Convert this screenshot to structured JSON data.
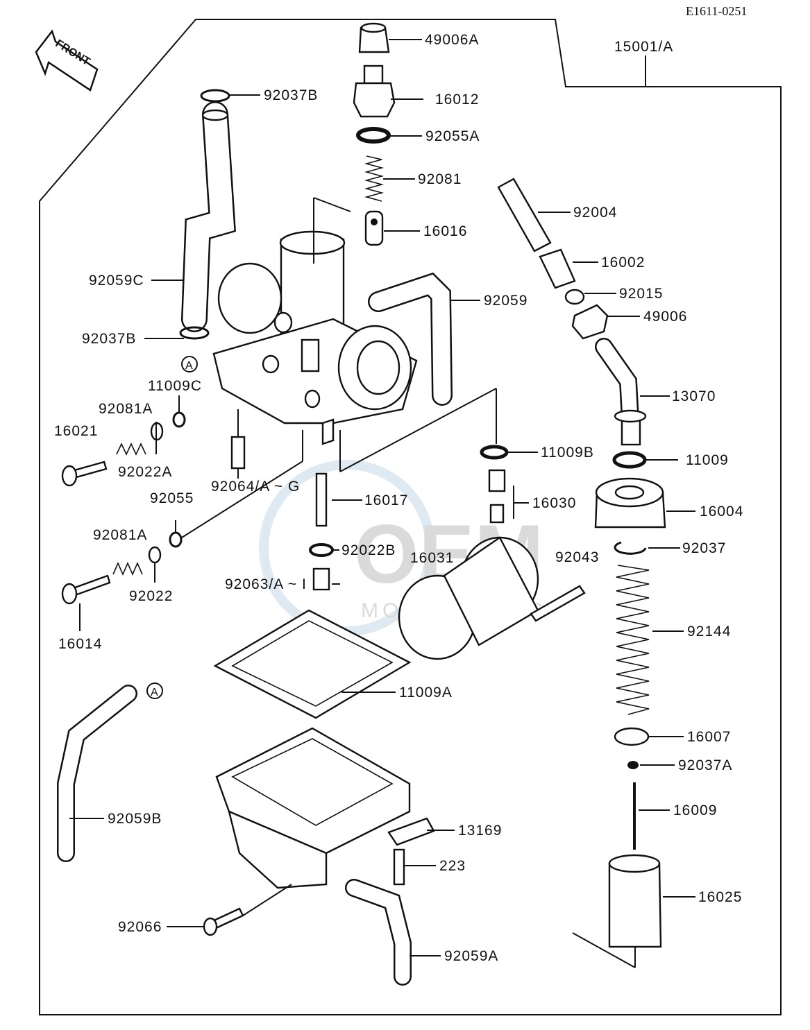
{
  "diagram_code": "E1611-0251",
  "front_arrow_label": "FRONT",
  "circle_ref": "A",
  "watermark": {
    "logo": "OEM",
    "tagline": "MOTORPARTS"
  },
  "parts": {
    "p49006A": "49006A",
    "p15001A": "15001/A",
    "p92037B_top": "92037B",
    "p16012": "16012",
    "p92055A": "92055A",
    "p92081": "92081",
    "p92004": "92004",
    "p16016": "16016",
    "p16002": "16002",
    "p92059C": "92059C",
    "p92015": "92015",
    "p92059": "92059",
    "p49006": "49006",
    "p92037B_bottom": "92037B",
    "p11009C": "11009C",
    "p13070": "13070",
    "p92081A_upper": "92081A",
    "p16021": "16021",
    "p11009B": "11009B",
    "p11009": "11009",
    "p92022A": "92022A",
    "p92064": "92064/A ~ G",
    "p92055": "92055",
    "p16017": "16017",
    "p16030": "16030",
    "p16004": "16004",
    "p92081A_lower": "92081A",
    "p92022B": "92022B",
    "p16031": "16031",
    "p92043": "92043",
    "p92037": "92037",
    "p92063": "92063/A ~ I",
    "p92022": "92022",
    "p16014": "16014",
    "p92144": "92144",
    "p11009A": "11009A",
    "p16007": "16007",
    "p92037A": "92037A",
    "p16009": "16009",
    "p92059B": "92059B",
    "p13169": "13169",
    "p223": "223",
    "p16025": "16025",
    "p92066": "92066",
    "p92059A": "92059A"
  }
}
